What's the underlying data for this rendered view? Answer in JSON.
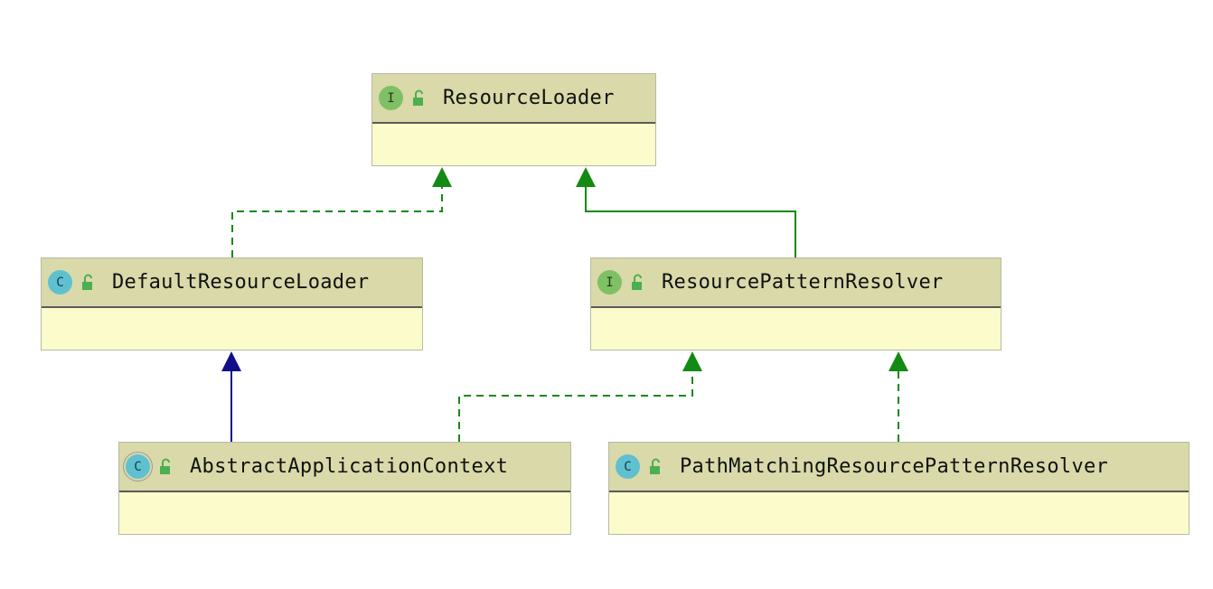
{
  "diagram": {
    "nodes": [
      {
        "id": "resource-loader",
        "kind": "interface",
        "badge_letter": "I",
        "name": "ResourceLoader"
      },
      {
        "id": "default-resource-loader",
        "kind": "class",
        "badge_letter": "C",
        "name": "DefaultResourceLoader"
      },
      {
        "id": "resource-pattern-resolver",
        "kind": "interface",
        "badge_letter": "I",
        "name": "ResourcePatternResolver"
      },
      {
        "id": "abstract-application-context",
        "kind": "abstract-class",
        "badge_letter": "C",
        "name": "AbstractApplicationContext"
      },
      {
        "id": "path-matching-resource-pattern-resolver",
        "kind": "class",
        "badge_letter": "C",
        "name": "PathMatchingResourcePatternResolver"
      }
    ],
    "edges": [
      {
        "from": "DefaultResourceLoader",
        "to": "ResourceLoader",
        "relation": "implements",
        "style": "dashed",
        "color": "#138a13"
      },
      {
        "from": "ResourcePatternResolver",
        "to": "ResourceLoader",
        "relation": "extends",
        "style": "solid",
        "color": "#138a13"
      },
      {
        "from": "AbstractApplicationContext",
        "to": "DefaultResourceLoader",
        "relation": "extends",
        "style": "solid",
        "color": "#10108a"
      },
      {
        "from": "AbstractApplicationContext",
        "to": "ResourcePatternResolver",
        "relation": "implements",
        "style": "dashed",
        "color": "#138a13"
      },
      {
        "from": "PathMatchingResourcePatternResolver",
        "to": "ResourcePatternResolver",
        "relation": "implements",
        "style": "dashed",
        "color": "#138a13"
      }
    ],
    "colors": {
      "header": "#d9d9a9",
      "body": "#fbfbcb",
      "interface_badge": "#7fc064",
      "class_badge": "#5fc0d0",
      "implements_edge": "#138a13",
      "extends_class_edge": "#10108a",
      "lock_icon": "#4caf50"
    },
    "icons": {
      "visibility": "open-lock-icon"
    }
  }
}
